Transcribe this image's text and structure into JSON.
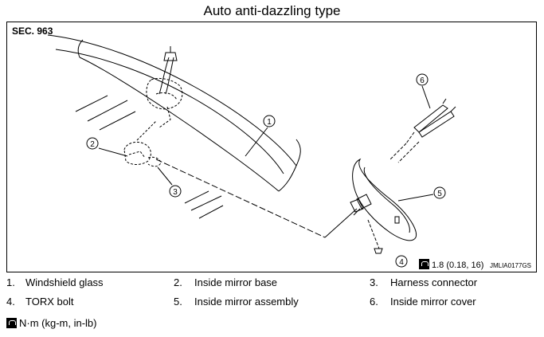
{
  "title": "Auto anti-dazzling type",
  "section": "SEC. 963",
  "figure_code": "JMLIA0177GS",
  "torque_spec": "1.8 (0.18, 16)",
  "callouts": [
    "1",
    "2",
    "3",
    "4",
    "5",
    "6"
  ],
  "legend": [
    {
      "num": "1.",
      "label": "Windshield glass"
    },
    {
      "num": "2.",
      "label": "Inside mirror base"
    },
    {
      "num": "3.",
      "label": "Harness connector"
    },
    {
      "num": "4.",
      "label": "TORX bolt"
    },
    {
      "num": "5.",
      "label": "Inside mirror assembly"
    },
    {
      "num": "6.",
      "label": "Inside mirror cover"
    }
  ],
  "unit_label": "N·m (kg-m, in-lb)"
}
